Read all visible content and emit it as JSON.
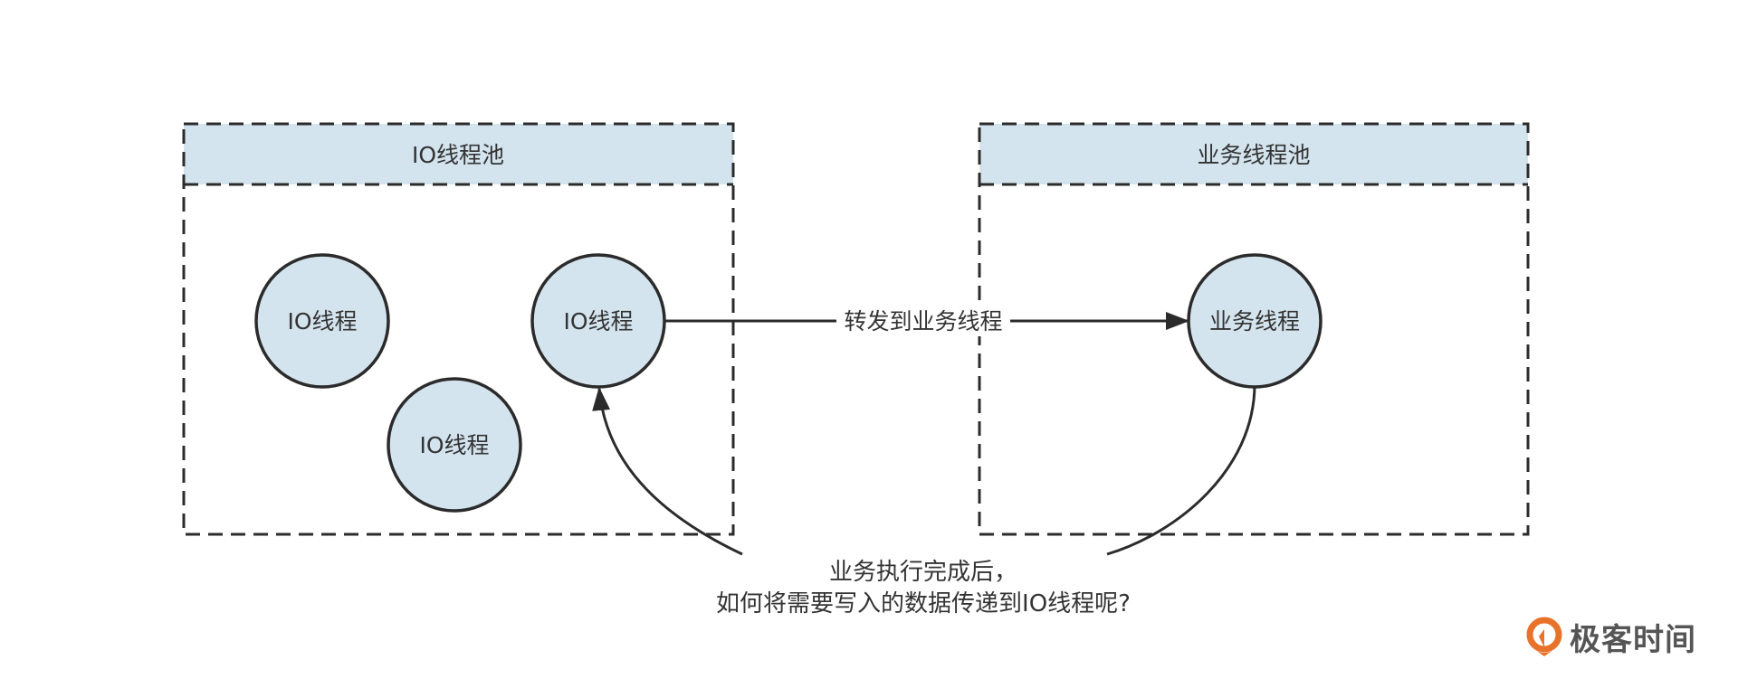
{
  "colors": {
    "node_fill": "#d4e4ee",
    "header_fill": "#d4e4ee",
    "stroke": "#2b2b2b",
    "text": "#333333",
    "logo_accent": "#e8722a",
    "logo_text": "#555555"
  },
  "pools": [
    {
      "id": "io-pool",
      "title": "IO线程池"
    },
    {
      "id": "biz-pool",
      "title": "业务线程池"
    }
  ],
  "nodes": [
    {
      "id": "io-thread-1",
      "label": "IO线程",
      "pool": "io-pool"
    },
    {
      "id": "io-thread-2",
      "label": "IO线程",
      "pool": "io-pool"
    },
    {
      "id": "io-thread-3",
      "label": "IO线程",
      "pool": "io-pool"
    },
    {
      "id": "biz-thread",
      "label": "业务线程",
      "pool": "biz-pool"
    }
  ],
  "edges": [
    {
      "from": "io-thread-3",
      "to": "biz-thread",
      "label": "转发到业务线程",
      "style": "straight-arrow"
    },
    {
      "from": "biz-thread",
      "to": "io-thread-3",
      "label": "",
      "style": "curved-arrow-via-question"
    }
  ],
  "caption": {
    "line1": "业务执行完成后，",
    "line2": "如何将需要写入的数据传递到IO线程呢?"
  },
  "logo": {
    "text": "极客时间",
    "icon": "geektime-logo-icon"
  }
}
